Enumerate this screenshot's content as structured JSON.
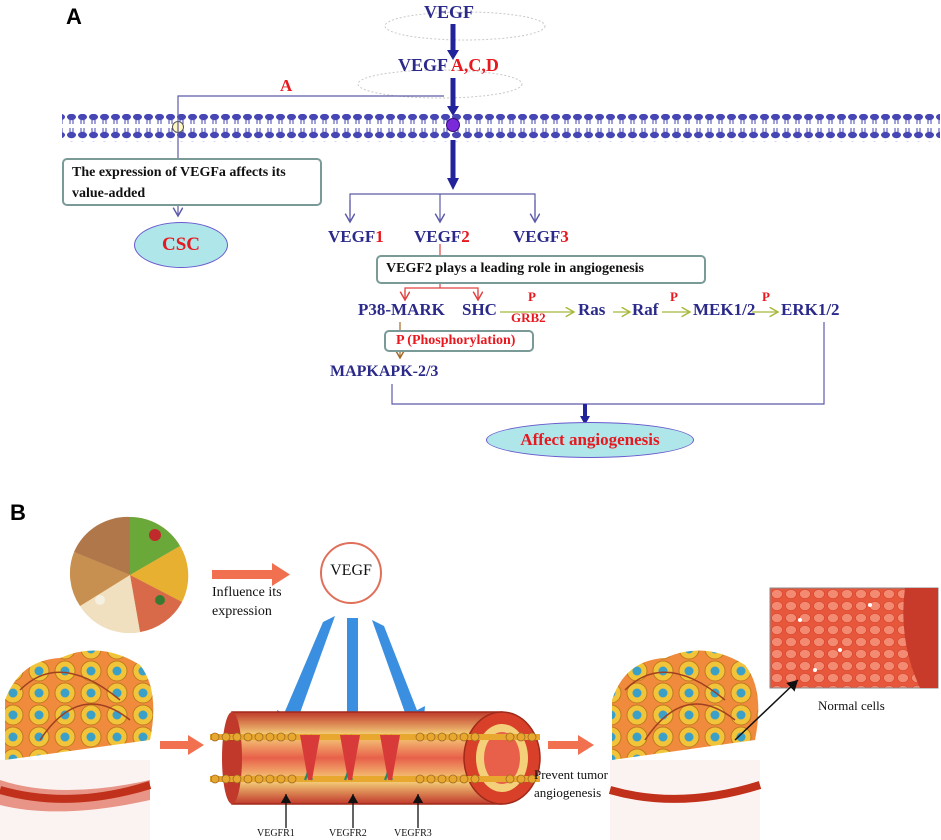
{
  "panel_a": {
    "letter": "A",
    "vegf_top": "VEGF",
    "vegf_prefix": "VEGF",
    "vegf_suffix": "A,C,D",
    "a_label": "A",
    "expression_box": "The expression of VEGFa affects its value-added",
    "csc": "CSC",
    "receptors": [
      {
        "prefix": "VEGF",
        "num": "1"
      },
      {
        "prefix": "VEGF",
        "num": "2"
      },
      {
        "prefix": "VEGF",
        "num": "3"
      }
    ],
    "leading_box": "VEGF2 plays a leading role in angiogenesis",
    "p38": "P38-MARK",
    "shc": "SHC",
    "p_label": "P",
    "grb2": "GRB2",
    "ras": "Ras",
    "raf": "Raf",
    "mek": "MEK1/2",
    "erk": "ERK1/2",
    "phospho_box": "P (Phosphorylation)",
    "mapkapk": "MAPKAPK-2/3",
    "affect": "Affect angiogenesis"
  },
  "panel_b": {
    "letter": "B",
    "vegf": "VEGF",
    "influence": "Influence its expression",
    "prevent": "Prevent tumor angiogenesis",
    "normal_cells": "Normal cells",
    "vegfr": [
      "VEGFR1",
      "VEGFR2",
      "VEGFR3"
    ]
  },
  "colors": {
    "navy": "#2b2a8a",
    "red": "#e8181f",
    "teal": "#aee6ea",
    "box_border": "#7a9a98",
    "arrow_orange": "#f07050",
    "arrow_blue": "#3a8fe0",
    "membrane": "#3a3aa8"
  }
}
